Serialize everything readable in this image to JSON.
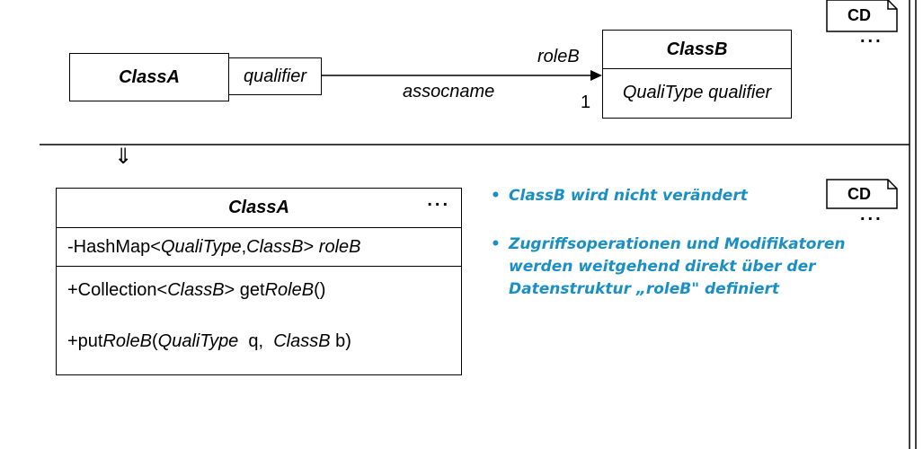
{
  "top": {
    "classA": {
      "name": "ClassA",
      "qualifier": "qualifier"
    },
    "association": {
      "role": "roleB",
      "name": "assocname",
      "multiplicity": "1"
    },
    "classB": {
      "name": "ClassB",
      "attribute": "QualiType qualifier"
    },
    "cd_tag": "CD",
    "ellipsis": "..."
  },
  "arrow_glyph": "⇓",
  "bottom": {
    "classA": {
      "name": "ClassA",
      "ellipsis": "...",
      "attribute": {
        "p1": "-HashMap<",
        "p2": "QualiType",
        "p3": ",",
        "p4": "ClassB",
        "p5": "> ",
        "p6": "roleB"
      },
      "method1": {
        "p1": "+Collection<",
        "p2": "ClassB",
        "p3": "> get",
        "p4": "RoleB",
        "p5": "()"
      },
      "method2": {
        "p1": "+put",
        "p2": "RoleB",
        "p3": "(",
        "p4": "QualiType",
        "p5": "  q,  ",
        "p6": "ClassB",
        "p7": " b)"
      }
    },
    "cd_tag": "CD",
    "ellipsis": "...",
    "notes": [
      {
        "bullet": "•",
        "text": "ClassB wird nicht verändert"
      },
      {
        "bullet": "•",
        "text": "Zugriffsoperationen und Modifikatoren werden weitgehend direkt über der Datenstruktur „roleB\" definiert"
      }
    ]
  },
  "colors": {
    "note": "#1a8fc4",
    "line": "#000000"
  }
}
